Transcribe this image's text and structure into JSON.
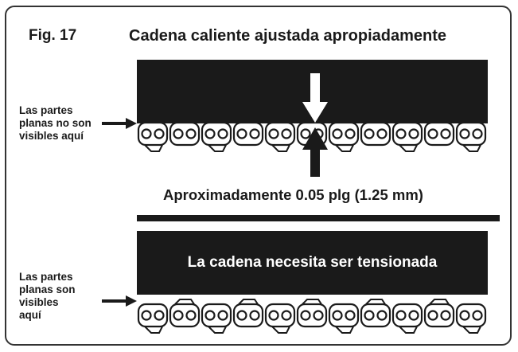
{
  "figure": {
    "label": "Fig. 17",
    "top_title": "Cadena caliente ajustada apropiadamente",
    "top_side_label": [
      "Las partes",
      "planas no son",
      "visibles aquí"
    ],
    "measurement": "Aproximadamente 0.05 plg (1.25 mm)",
    "bottom_bar_text": "La cadena necesita ser tensionada",
    "bottom_side_label": [
      "Las partes",
      "planas son",
      "visibles",
      "aquí"
    ]
  },
  "colors": {
    "bar": "#1a1a1a",
    "chain_stroke": "#1a1a1a",
    "frame": "#333333"
  }
}
